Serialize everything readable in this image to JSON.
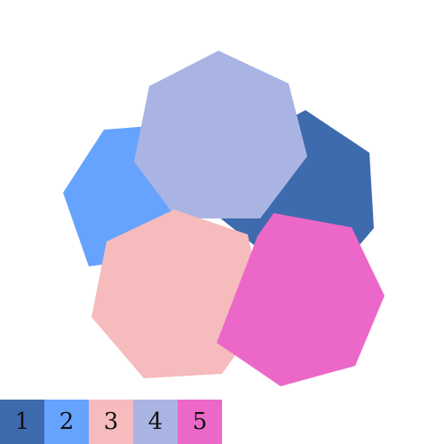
{
  "shapes": [
    {
      "id": "1",
      "kind": "heptagon",
      "color": "#3e6aae"
    },
    {
      "id": "2",
      "kind": "heptagon",
      "color": "#66a3fe"
    },
    {
      "id": "4",
      "kind": "heptagon",
      "color": "#aab4e2"
    },
    {
      "id": "3",
      "kind": "heptagon",
      "color": "#f6bbbd"
    },
    {
      "id": "5",
      "kind": "heptagon",
      "color": "#ec68c8"
    }
  ],
  "legend": [
    {
      "label": "1",
      "color": "#3e6aae"
    },
    {
      "label": "2",
      "color": "#66a3fe"
    },
    {
      "label": "3",
      "color": "#f6bbbd"
    },
    {
      "label": "4",
      "color": "#aab4e2"
    },
    {
      "label": "5",
      "color": "#ec68c8"
    }
  ]
}
